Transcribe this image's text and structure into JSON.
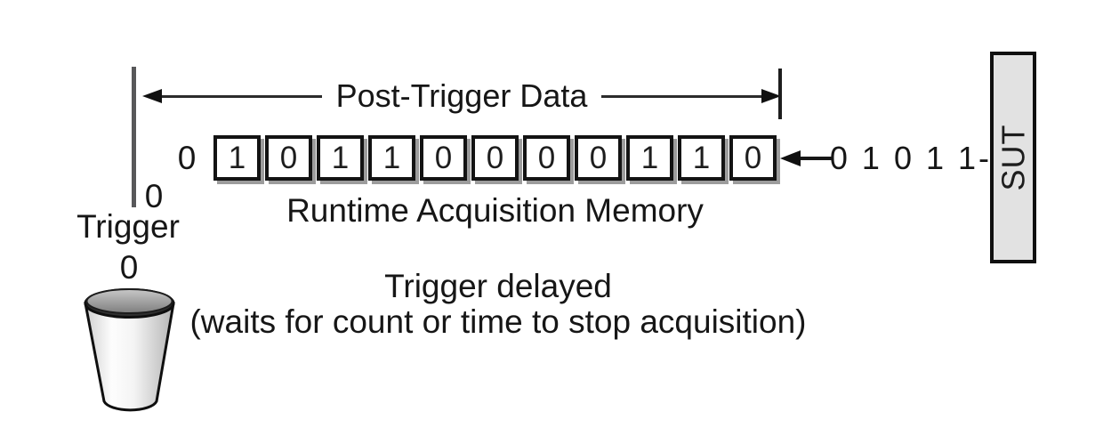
{
  "post_trigger": {
    "label": "Post-Trigger Data"
  },
  "memory": {
    "pre_bit": "0",
    "cells": [
      "1",
      "0",
      "1",
      "1",
      "0",
      "0",
      "0",
      "0",
      "1",
      "1",
      "0"
    ],
    "label": "Runtime Acquisition Memory"
  },
  "incoming": {
    "bits": "0 1 0 1 1-"
  },
  "sut": {
    "label": "SUT"
  },
  "trigger": {
    "bit_at_line": "0",
    "label": "Trigger",
    "dropped_bit": "0"
  },
  "caption": {
    "line1": "Trigger delayed",
    "line2": "(waits for count or time to stop acquisition)"
  },
  "colors": {
    "background": "#ffffff",
    "ink": "#161616",
    "trigger_line_gray": "#58585a",
    "cell_shadow_gray": "#9c9c9c",
    "sut_fill_gray": "#e2e2e2"
  }
}
